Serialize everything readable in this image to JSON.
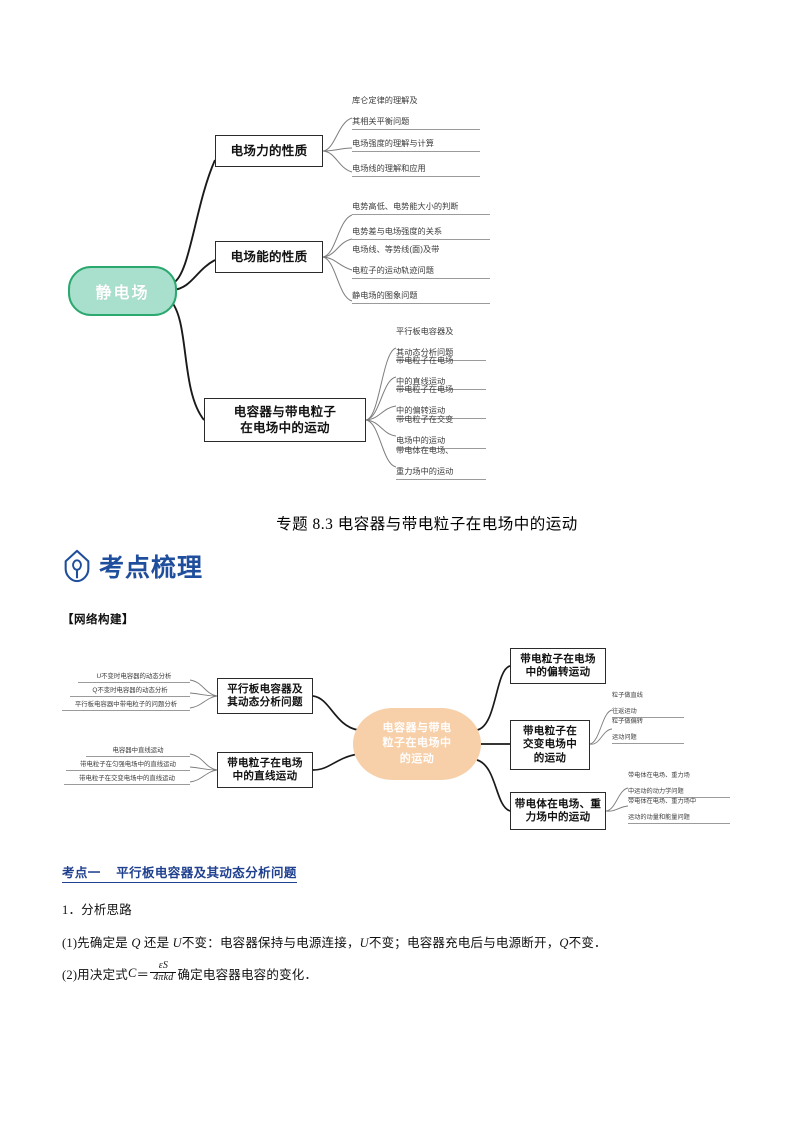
{
  "document": {
    "title": "专题 8.3  电容器与带电粒子在电场中的运动",
    "section_header": "考点梳理",
    "section_icon": "pen-nib-icon",
    "sub_header": "【网络构建】",
    "accent_blue": "#1f4e9c",
    "heading_blue": "#1f3f8f"
  },
  "mindmap_top": {
    "root": {
      "label": "静电场",
      "fill": "#a8e0cd",
      "stroke": "#2aa86e",
      "text_color": "#ffffff"
    },
    "branches": [
      {
        "label": "电场力的性质",
        "leaves": [
          {
            "lines": [
              "库仑定律的理解及",
              "其相关平衡问题"
            ]
          },
          {
            "lines": [
              "电场强度的理解与计算"
            ]
          },
          {
            "lines": [
              "电场线的理解和应用"
            ]
          }
        ]
      },
      {
        "label": "电场能的性质",
        "leaves": [
          {
            "lines": [
              "电势高低、电势能大小的判断"
            ]
          },
          {
            "lines": [
              "电势差与电场强度的关系"
            ]
          },
          {
            "lines": [
              "电场线、等势线(面)及带",
              "电粒子的运动轨迹问题"
            ]
          },
          {
            "lines": [
              "静电场的图象问题"
            ]
          }
        ]
      },
      {
        "label": "电容器与带电粒子\n在电场中的运动",
        "leaves": [
          {
            "lines": [
              "平行板电容器及",
              "其动态分析问题"
            ]
          },
          {
            "lines": [
              "带电粒子在电场",
              "中的直线运动"
            ]
          },
          {
            "lines": [
              "带电粒子在电场",
              "中的偏转运动"
            ]
          },
          {
            "lines": [
              "带电粒子在交变",
              "电场中的运动"
            ]
          },
          {
            "lines": [
              "带电体在电场、",
              "重力场中的运动"
            ]
          }
        ]
      }
    ]
  },
  "mindmap_mid": {
    "root": {
      "label": "电容器与带电\n粒子在电场中\n的运动",
      "fill": "#f7cfa8",
      "text_color": "#ffffff"
    },
    "left_branches": [
      {
        "label": "平行板电容器及\n其动态分析问题",
        "leaves": [
          "U不变时电容器的动态分析",
          "Q不变时电容器的动态分析",
          "平行板电容器中带电粒子的问题分析"
        ]
      },
      {
        "label": "带电粒子在电场\n中的直线运动",
        "leaves": [
          "电容器中直线运动",
          "带电粒子在匀强电场中的直线运动",
          "带电粒子在交变电场中的直线运动"
        ]
      }
    ],
    "right_branches": [
      {
        "label": "带电粒子在电场\n中的偏转运动",
        "leaves": []
      },
      {
        "label": "带电粒子在\n交变电场中\n的运动",
        "leaves": [
          {
            "lines": [
              "粒子做直线",
              "往返运动"
            ]
          },
          {
            "lines": [
              "粒子做偏转",
              "运动问题"
            ]
          }
        ]
      },
      {
        "label": "带电体在电场、重\n力场中的运动",
        "leaves": [
          {
            "lines": [
              "带电体在电场、重力场",
              "中运动的动力学问题"
            ]
          },
          {
            "lines": [
              "带电体在电场、重力场中",
              "运动的动量和能量问题"
            ]
          }
        ]
      }
    ]
  },
  "body": {
    "kaodian_heading": "考点一    平行板电容器及其动态分析问题",
    "item1": "1．分析思路",
    "item2_parts": {
      "pre": "(1)先确定是 ",
      "q1": "Q",
      "mid1": " 还是 ",
      "u1": "U",
      "mid2": "不变：电容器保持与电源连接，",
      "u2": "U",
      "mid3": "不变；电容器充电后与电源断开，",
      "q2": "Q",
      "post": "不变．"
    },
    "item3_parts": {
      "pre": "(2)用决定式 ",
      "c": "C",
      "eq": "＝",
      "numerator": "εS",
      "denominator": "4πkd",
      "post": "确定电容器电容的变化．"
    }
  }
}
